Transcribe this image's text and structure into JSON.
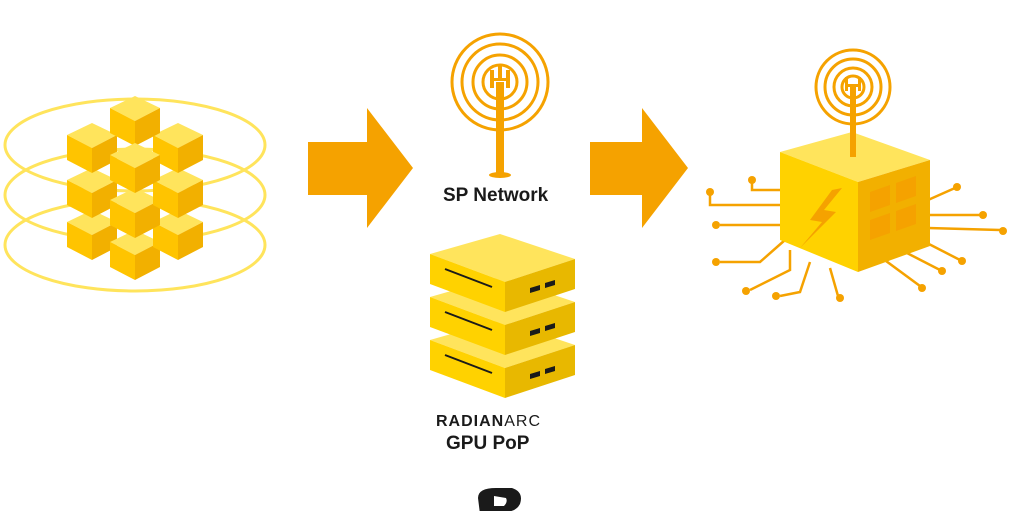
{
  "labels": {
    "sp_network": "SP Network",
    "brand_strong": "RADIAN",
    "brand_light": "ARC",
    "gpu_pop": "GPU PoP"
  },
  "icons": {
    "compute": "cube-cluster-icon",
    "arrow": "arrow-right-icon",
    "tower": "cell-tower-icon",
    "server": "server-stack-icon",
    "edge": "edge-device-icon"
  },
  "colors": {
    "yellow": "#FFD200",
    "yellow_dark": "#E8B800",
    "yellow_light": "#FFE45C",
    "orange": "#F5A200",
    "orange_dark": "#E89000",
    "text": "#1a1a1a"
  }
}
